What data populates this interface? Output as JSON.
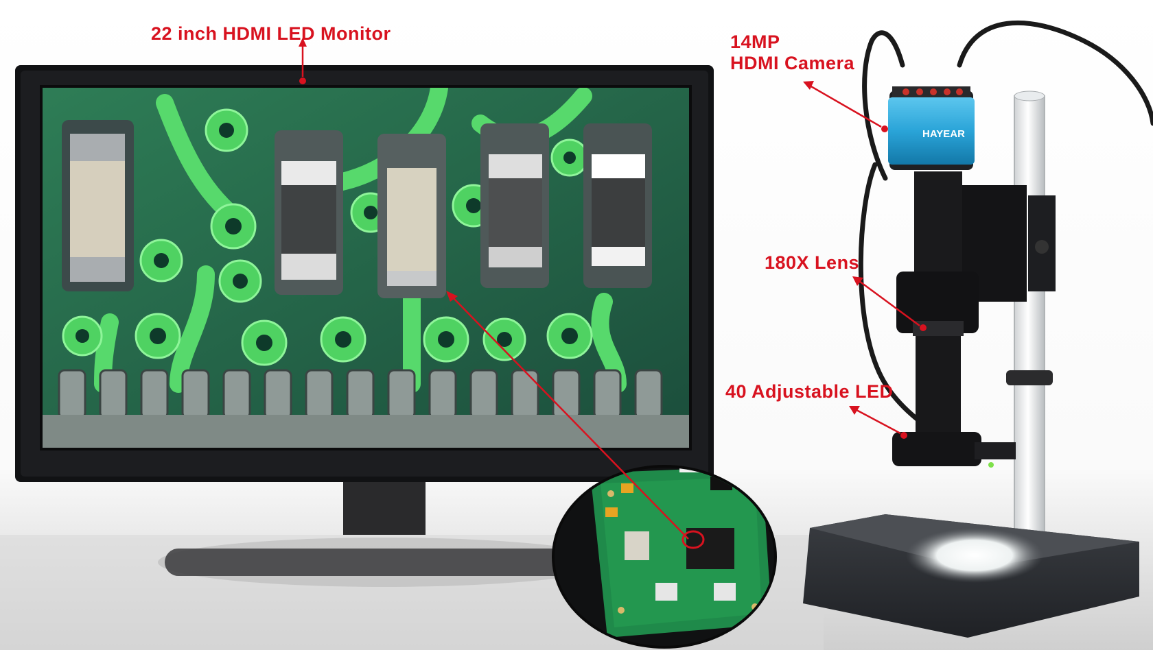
{
  "callouts": {
    "monitor": "22 inch HDMI LED Monitor",
    "camera_line1": "14MP",
    "camera_line2": "HDMI Camera",
    "lens": "180X Lens",
    "led": "40 Adjustable LED"
  },
  "camera_brand": "HAYEAR",
  "colors": {
    "callout_red": "#d8121f",
    "pcb_green": "#1f8a4a",
    "camera_blue": "#2aa4d8"
  }
}
